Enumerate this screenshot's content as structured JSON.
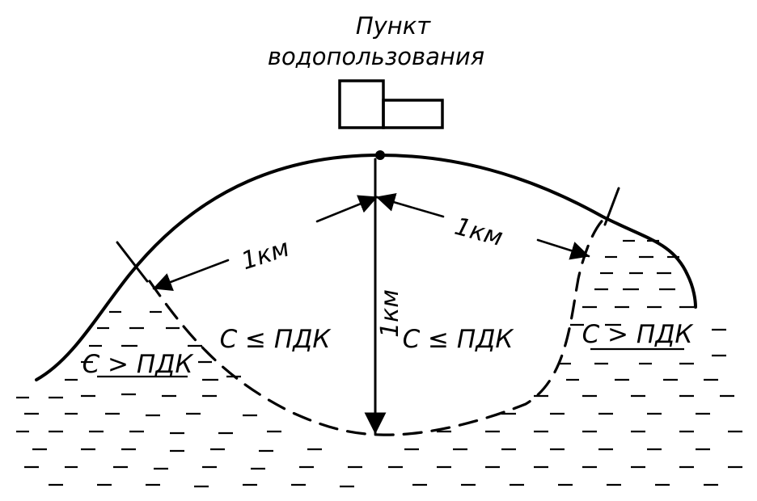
{
  "title": {
    "line1": "Пункт",
    "line2": "водопользования"
  },
  "zones": {
    "left_outer": "С > ПДК",
    "left_inner": "С ≤ ПДК",
    "right_inner": "С ≤ ПДК",
    "right_outer": "С > ПДК"
  },
  "distances": {
    "left": "1км",
    "right": "1км",
    "vertical": "1км"
  }
}
